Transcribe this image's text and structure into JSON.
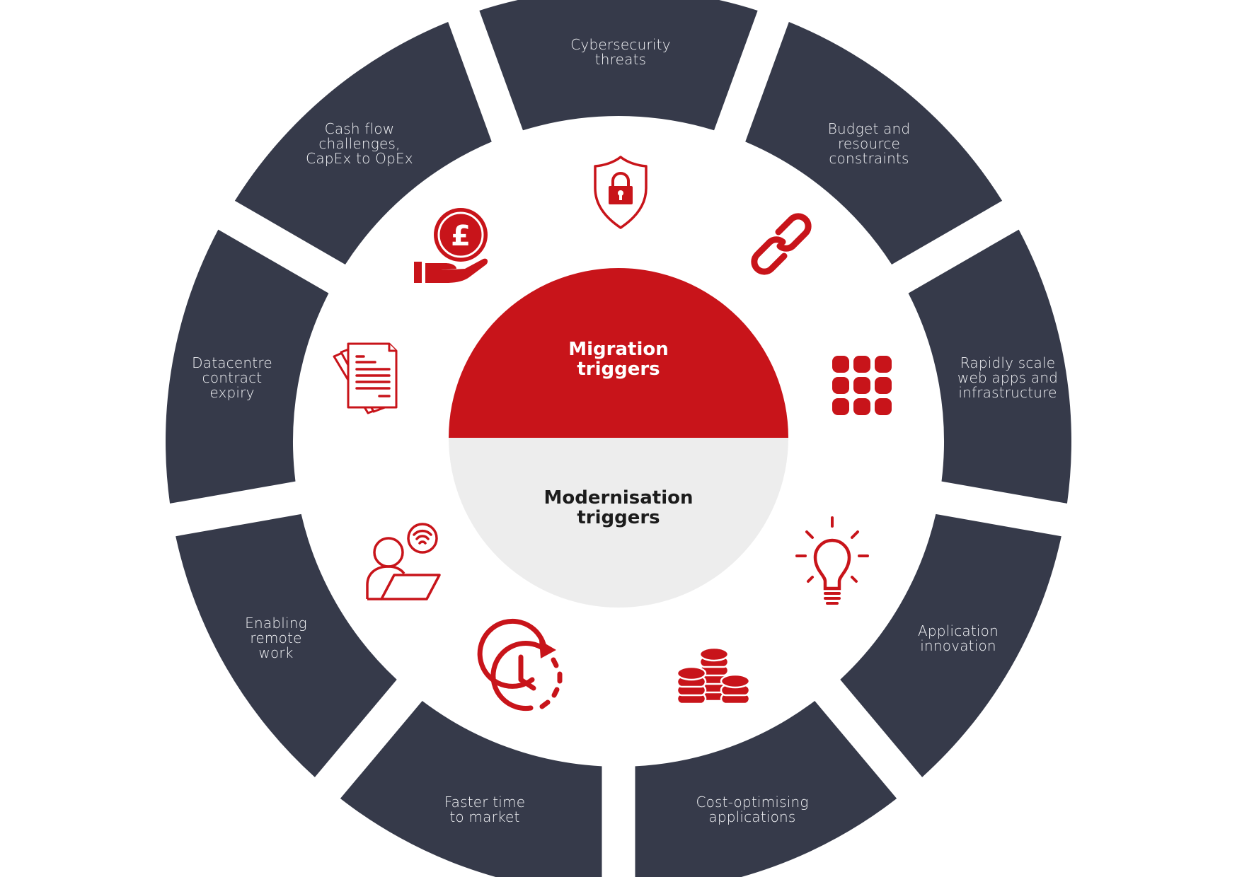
{
  "diagram": {
    "center": {
      "top_label": [
        "Migration",
        "triggers"
      ],
      "bottom_label": [
        "Modernisation",
        "triggers"
      ],
      "top_color": "#c8141a",
      "bottom_color": "#ededed"
    },
    "ring_color": "#363a4a",
    "icon_color": "#c8141a",
    "segments": [
      {
        "label": [
          "Cybersecurity",
          "threats"
        ],
        "icon": "shield-lock-icon"
      },
      {
        "label": [
          "Budget and",
          "resource",
          "constraints"
        ],
        "icon": "chain-link-icon"
      },
      {
        "label": [
          "Rapidly scale",
          "web apps and",
          "infrastructure"
        ],
        "icon": "app-grid-icon"
      },
      {
        "label": [
          "Application",
          "innovation"
        ],
        "icon": "lightbulb-icon"
      },
      {
        "label": [
          "Cost-optimising",
          "applications"
        ],
        "icon": "coin-stacks-icon"
      },
      {
        "label": [
          "Faster time",
          "to market"
        ],
        "icon": "clock-refresh-icon"
      },
      {
        "label": [
          "Enabling",
          "remote",
          "work"
        ],
        "icon": "remote-worker-wifi-icon"
      },
      {
        "label": [
          "Datacentre",
          "contract",
          "expiry"
        ],
        "icon": "documents-icon"
      },
      {
        "label": [
          "Cash flow",
          "challenges,",
          "CapEx to OpEx"
        ],
        "icon": "hand-pound-coin-icon"
      }
    ]
  }
}
